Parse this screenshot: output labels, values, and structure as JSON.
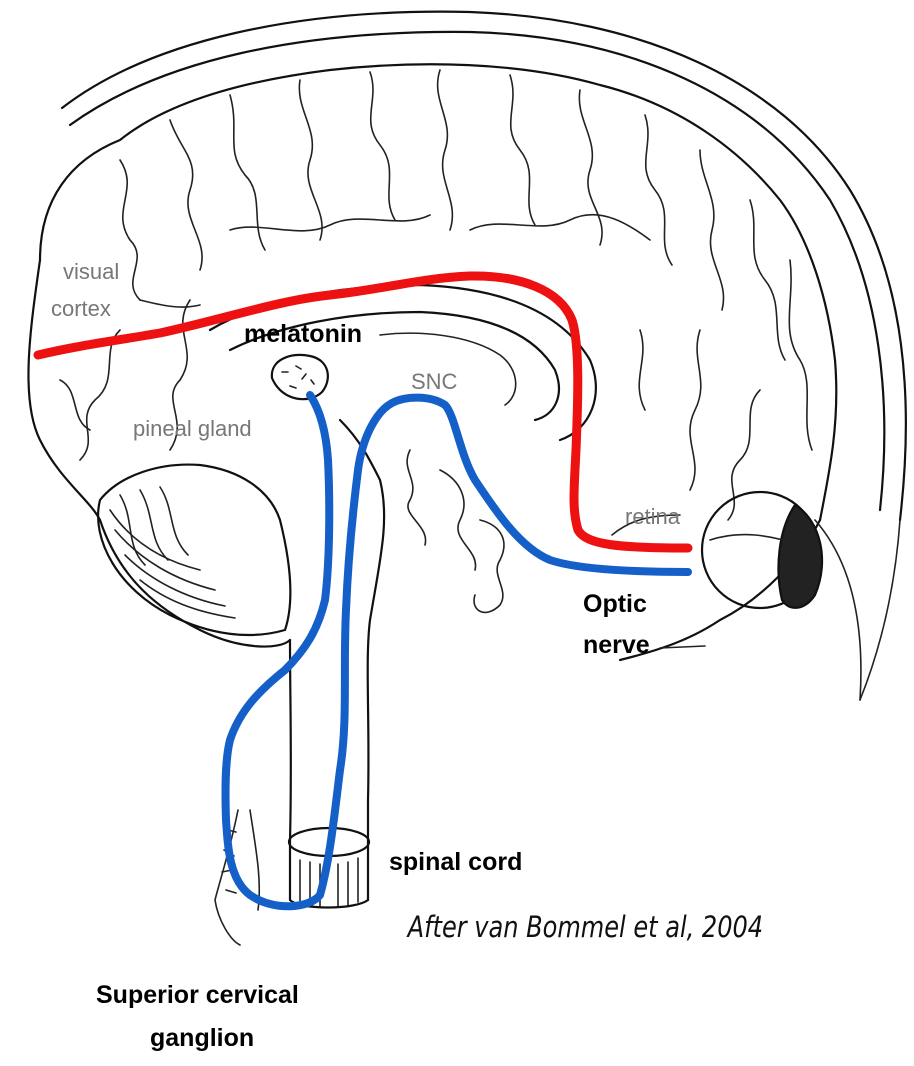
{
  "labels": {
    "visual_cortex_line1": "visual",
    "visual_cortex_line2": "cortex",
    "melatonin": "melatonin",
    "pineal_gland": "pineal gland",
    "snc": "SNC",
    "retina": "retina",
    "optic_nerve_line1": "Optic",
    "optic_nerve_line2": "nerve",
    "spinal_cord": "spinal cord",
    "scg_line1": "Superior cervical",
    "scg_line2": "ganglion"
  },
  "citation": "After van Bommel et al, 2004",
  "colors": {
    "visual_pathway": "#ee1111",
    "melatonin_pathway": "#1560c8",
    "line_art": "#111111"
  }
}
